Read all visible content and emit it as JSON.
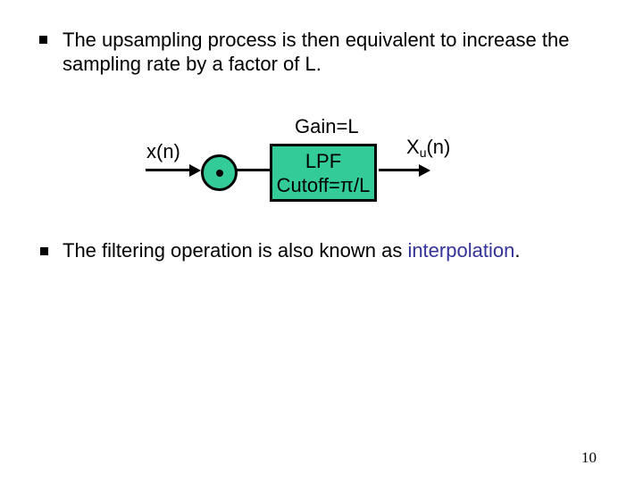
{
  "slide": {
    "background": "#ffffff",
    "bullet1": {
      "line1": "The upsampling process is then equivalent to increase the",
      "line2": "sampling rate by a factor of L."
    },
    "bullet2": {
      "before": "The filtering operation is also known as ",
      "highlight": "interpolation",
      "after": "."
    },
    "highlight_color": "#333399",
    "diagram": {
      "input_label": "x(n)",
      "gain_label": "Gain=L",
      "filter_line1": "LPF",
      "filter_line2": "Cutoff=π/L",
      "output_base": "X",
      "output_sub": "u",
      "output_rest": "(n)",
      "block_fill": "#33CC99",
      "upsampler_symbol": "dot-in-circle-icon"
    },
    "page_number": "10"
  }
}
